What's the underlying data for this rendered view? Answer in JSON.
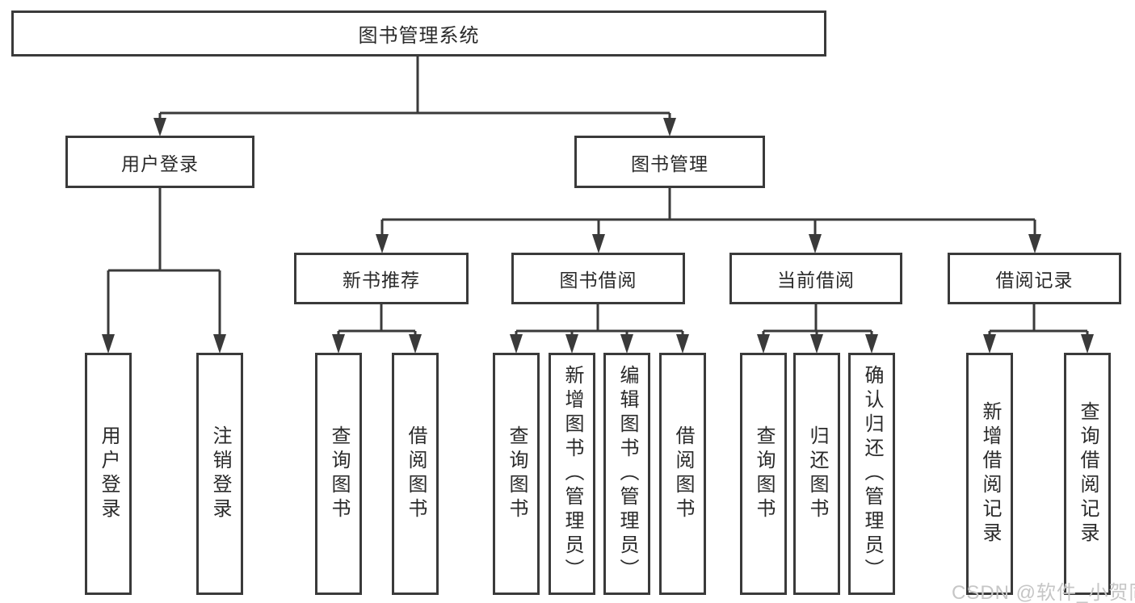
{
  "tree": {
    "root": {
      "label": "图书管理系统"
    },
    "level2": [
      {
        "label": "用户登录"
      },
      {
        "label": "图书管理"
      }
    ],
    "level3": [
      {
        "label": "新书推荐",
        "parent": "图书管理"
      },
      {
        "label": "图书借阅",
        "parent": "图书管理"
      },
      {
        "label": "当前借阅",
        "parent": "图书管理"
      },
      {
        "label": "借阅记录",
        "parent": "图书管理"
      }
    ],
    "leaves": [
      {
        "label": "用户登录",
        "parent": "用户登录"
      },
      {
        "label": "注销登录",
        "parent": "用户登录"
      },
      {
        "label": "查询图书",
        "parent": "新书推荐"
      },
      {
        "label": "借阅图书",
        "parent": "新书推荐"
      },
      {
        "label": "查询图书",
        "parent": "图书借阅"
      },
      {
        "label": "新增图书（管理员）",
        "parent": "图书借阅"
      },
      {
        "label": "编辑图书（管理员）",
        "parent": "图书借阅"
      },
      {
        "label": "借阅图书",
        "parent": "图书借阅"
      },
      {
        "label": "查询图书",
        "parent": "当前借阅"
      },
      {
        "label": "归还图书",
        "parent": "当前借阅"
      },
      {
        "label": "确认归还（管理员）",
        "parent": "当前借阅"
      },
      {
        "label": "新增借阅记录",
        "parent": "借阅记录"
      },
      {
        "label": "查询借阅记录",
        "parent": "借阅记录"
      }
    ]
  },
  "watermark": {
    "text": "CSDN @软件_小贺同学"
  },
  "colors": {
    "line": "#3a3a3a",
    "text": "#2a2a2a",
    "watermark": "#c6c6c6",
    "background": "#ffffff"
  }
}
